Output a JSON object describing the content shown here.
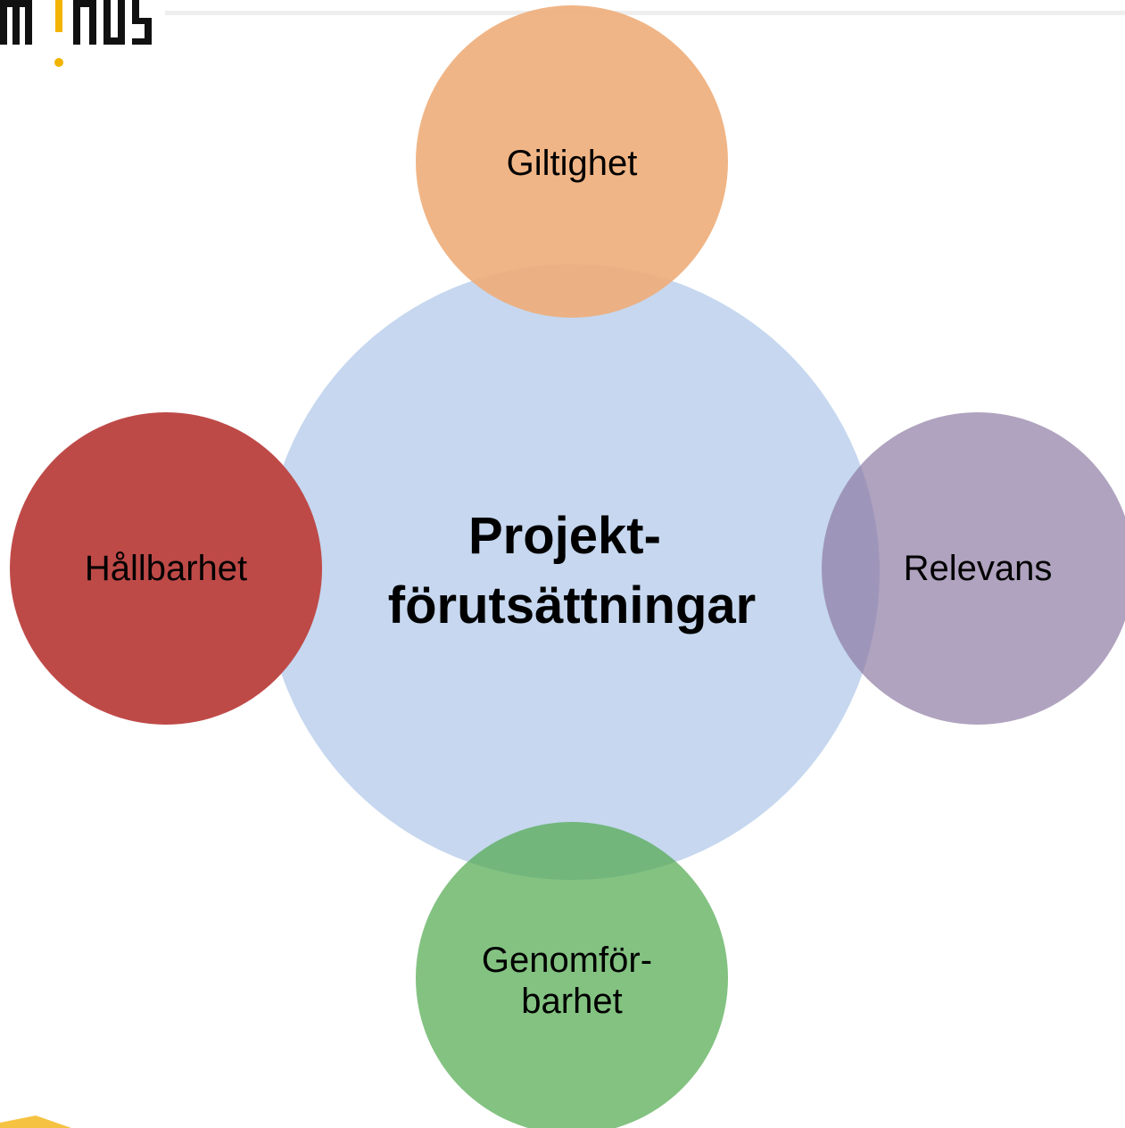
{
  "logo": {
    "text": "m!nds",
    "colors": {
      "text": "#111111",
      "accent": "#f2b400"
    }
  },
  "center": {
    "lines": [
      "Projekt-",
      "förutsättningar"
    ],
    "color": "#c6d7ef"
  },
  "satellites": [
    {
      "id": "top",
      "lines": [
        "Giltighet"
      ],
      "color": "#eead79"
    },
    {
      "id": "right",
      "lines": [
        "Relevans"
      ],
      "color": "#a697b4"
    },
    {
      "id": "bottom",
      "lines": [
        "Genomför-",
        "barhet"
      ],
      "color": "#6db56a"
    },
    {
      "id": "left",
      "lines": [
        "Hållbarhet"
      ],
      "color": "#be4a48"
    }
  ]
}
